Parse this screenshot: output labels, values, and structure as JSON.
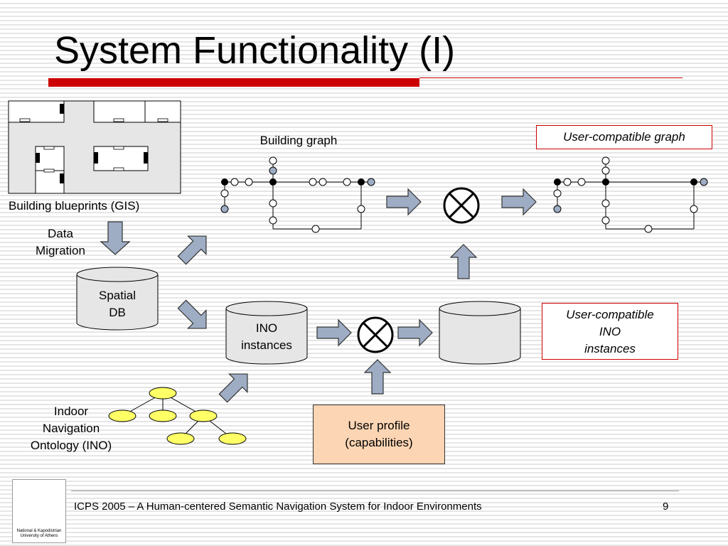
{
  "slide": {
    "title": "System Functionality (I)",
    "page_number": "9"
  },
  "labels": {
    "blueprints": "Building blueprints (GIS)",
    "data_migration_1": "Data",
    "data_migration_2": "Migration",
    "spatial_db_1": "Spatial",
    "spatial_db_2": "DB",
    "building_graph": "Building graph",
    "user_compatible_graph": "User-compatible graph",
    "ino_instances_1": "INO",
    "ino_instances_2": "instances",
    "uc_ino_1": "User-compatible",
    "uc_ino_2": "INO",
    "uc_ino_3": "instances",
    "ino_onto_1": "Indoor",
    "ino_onto_2": "Navigation",
    "ino_onto_3": "Ontology (INO)",
    "profile_1": "User profile",
    "profile_2": "(capabilities)"
  },
  "footer": {
    "text": "ICPS 2005 – A Human-centered Semantic Navigation System for Indoor Environments",
    "logo_text_1": "National & Kapodistrian",
    "logo_text_2": "University of Athens"
  },
  "colors": {
    "accent_red": "#cc0000",
    "arrow_fill": "#9eadc4",
    "db_fill": "#e6e6e6",
    "ontology_node": "#ffff66",
    "profile_fill": "#fcd5b4"
  }
}
